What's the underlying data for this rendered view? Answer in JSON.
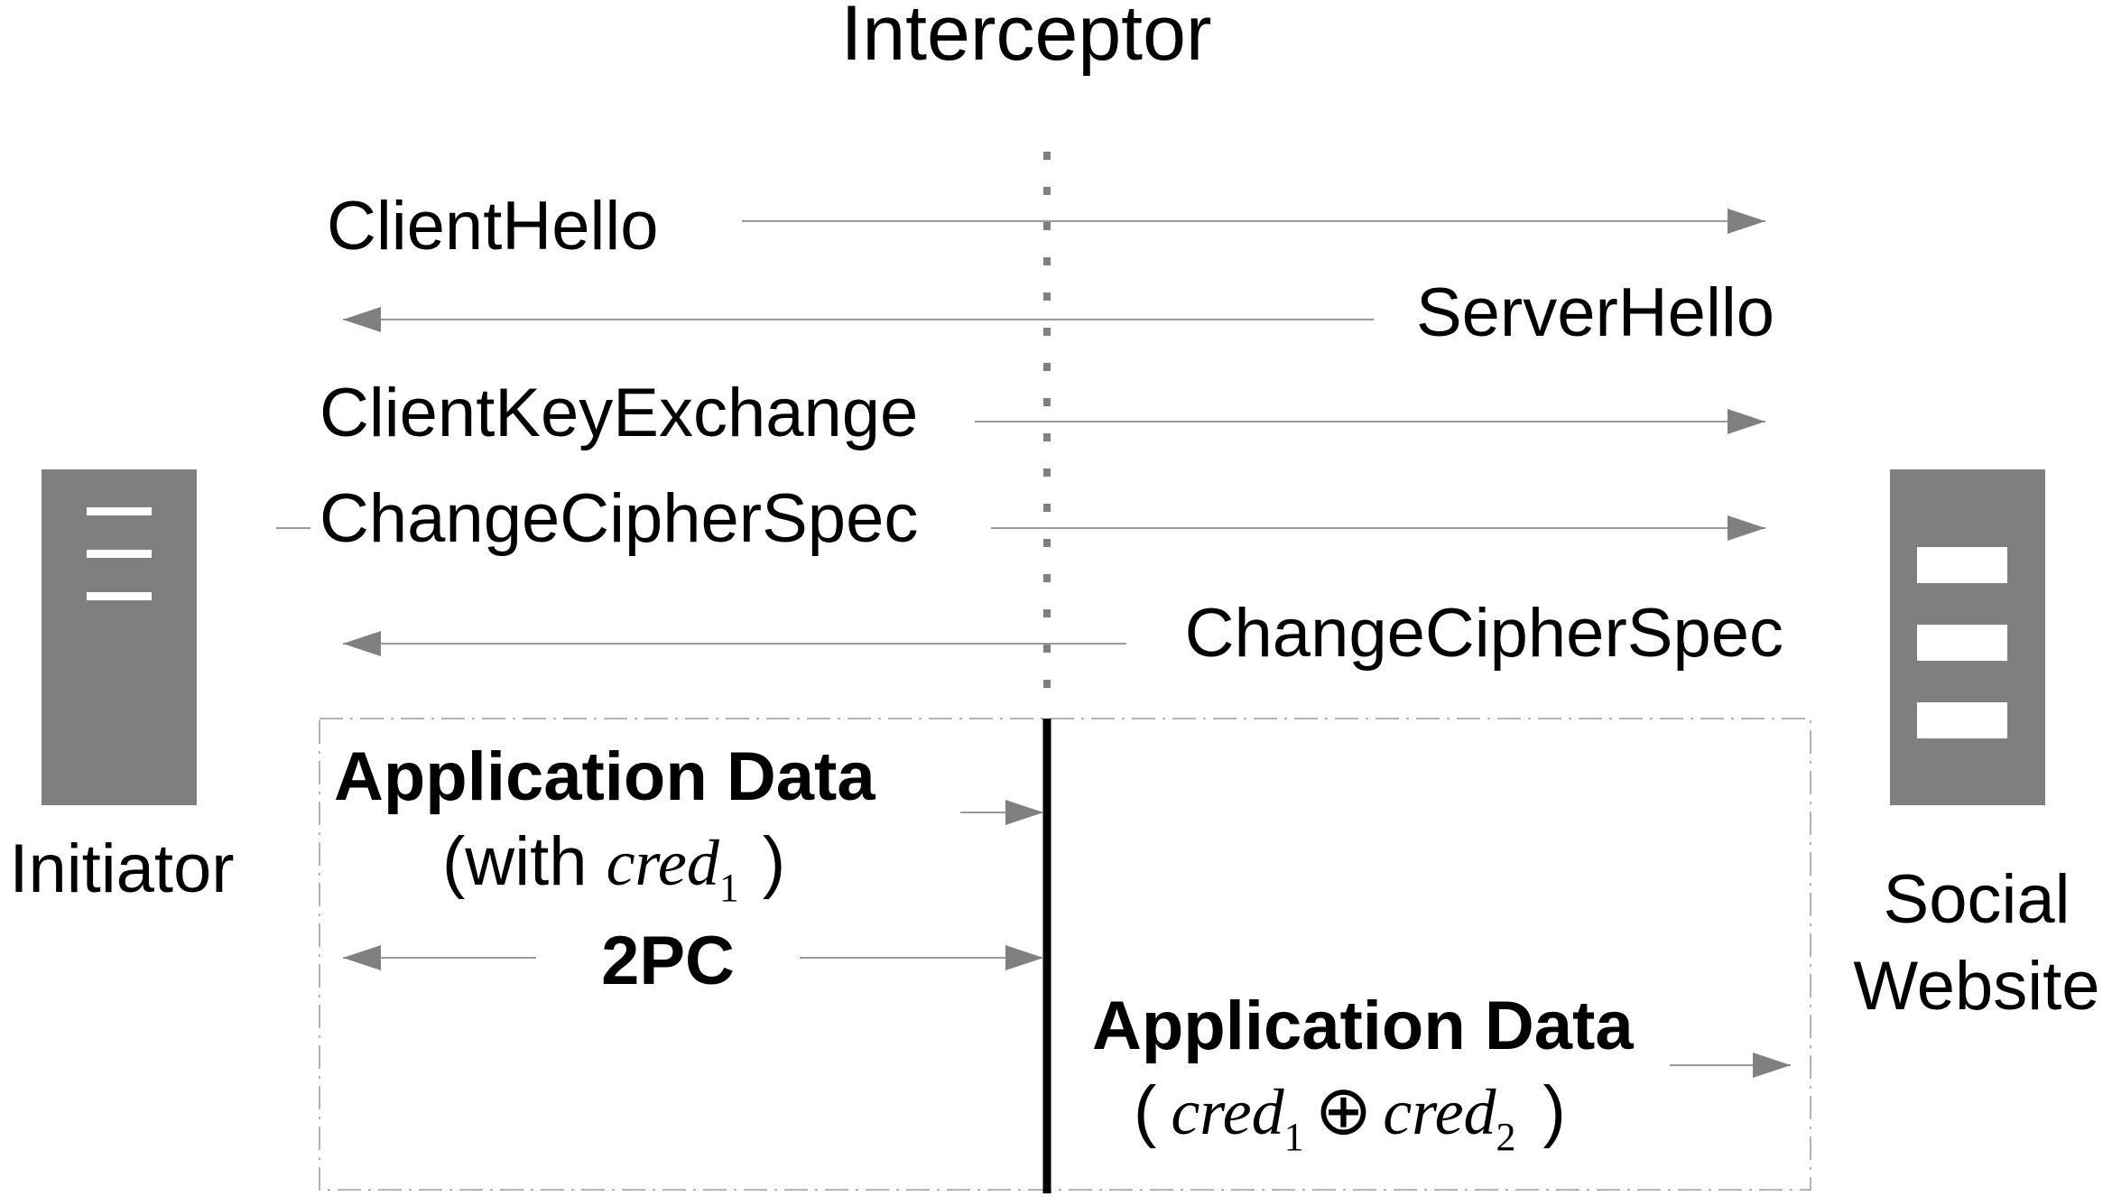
{
  "title": "Interceptor",
  "actors": {
    "left": "Initiator",
    "right_line1": "Social",
    "right_line2": "Website"
  },
  "messages": {
    "client_hello": "ClientHello",
    "server_hello": "ServerHello",
    "client_key_exchange": "ClientKeyExchange",
    "change_cipher_spec_client": "ChangeCipherSpec",
    "change_cipher_spec_server": "ChangeCipherSpec"
  },
  "app_data_left": {
    "title": "Application Data",
    "paren_open": "(with ",
    "cred": "cred",
    "sub": "1",
    "paren_close": ")"
  },
  "two_pc": "2PC",
  "app_data_right": {
    "title": "Application Data",
    "paren_open": "(",
    "cred_a": "cred",
    "sub_a": "1",
    "xor": "⊕",
    "cred_b": "cred",
    "sub_b": "2",
    "paren_close": ")"
  },
  "colors": {
    "arrow": "#808080",
    "server_body": "#7f7f7f",
    "divider": "#000000"
  }
}
